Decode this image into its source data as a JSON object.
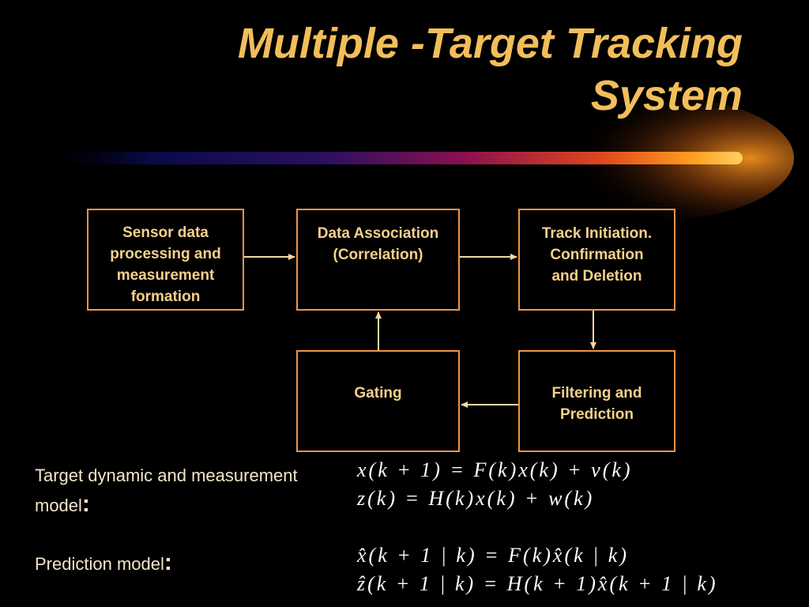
{
  "slide": {
    "title_line1": "Multiple -Target Tracking",
    "title_line2": "System"
  },
  "colors": {
    "background": "#000000",
    "title": "#f2be5a",
    "box_border": "#f0944a",
    "box_text": "#f6d08a",
    "arrow": "#f4d7a6"
  },
  "diagram": {
    "boxes": {
      "sensor": "Sensor data\nprocessing and\nmeasurement\nformation",
      "association": "Data Association\n(Correlation)",
      "initiation": "Track Initiation.\nConfirmation\nand Deletion",
      "gating": "Gating",
      "filtering": "Filtering and\nPrediction"
    }
  },
  "models": {
    "dynamic_label_line1": "Target dynamic and measurement",
    "dynamic_label_line2": "model",
    "dynamic_colon": ":",
    "prediction_label": "Prediction model",
    "prediction_colon": ":",
    "eq1": "x(k + 1) = F(k)x(k) + v(k)",
    "eq2": "z(k) = H(k)x(k) + w(k)",
    "eq3": "x̂(k + 1 | k) = F(k)x̂(k | k)",
    "eq4": "ẑ(k + 1 | k) = H(k + 1)x̂(k + 1 | k)"
  }
}
